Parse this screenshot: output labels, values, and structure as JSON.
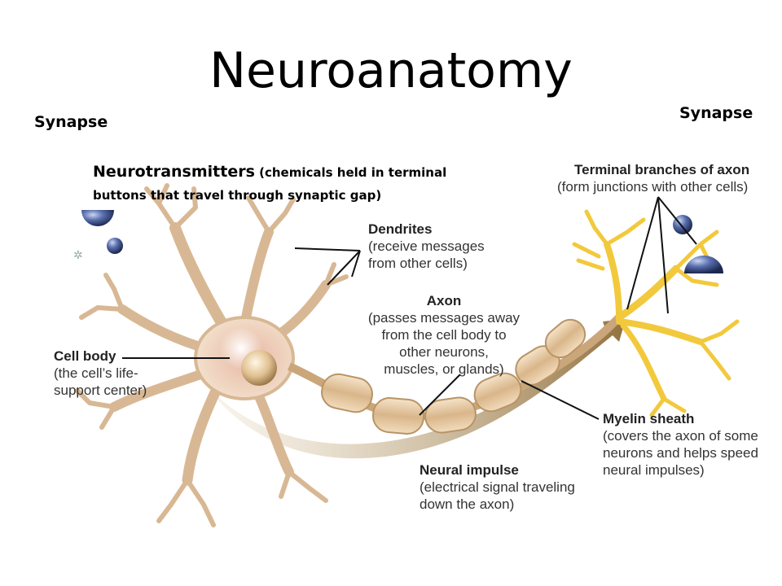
{
  "title": "Neuroanatomy",
  "synapse_left": "Synapse",
  "synapse_right": "Synapse",
  "neurotransmitters": {
    "term": "Neurotransmitters",
    "line1_rest": "(chemicals held in terminal",
    "line2": "buttons that travel through synaptic gap)"
  },
  "labels": {
    "terminal": {
      "head": "Terminal branches of axon",
      "sub": "(form junctions with other cells)"
    },
    "dendrites": {
      "head": "Dendrites",
      "sub": [
        "(receive messages",
        "from other cells)"
      ]
    },
    "axon": {
      "head": "Axon",
      "sub": [
        "(passes messages away",
        "from the cell body to",
        "other neurons,",
        "muscles, or glands)"
      ]
    },
    "cell_body": {
      "head": "Cell body",
      "sub": [
        "(the cell’s life-",
        "support center)"
      ]
    },
    "myelin": {
      "head": "Myelin sheath",
      "sub": [
        "(covers the axon of some",
        "neurons and helps speed",
        "neural impulses)"
      ]
    },
    "impulse": {
      "head": "Neural impulse",
      "sub": [
        "(electrical signal traveling",
        "down the axon)"
      ]
    }
  },
  "colors": {
    "neuron_fill": "#f3e4cf",
    "neuron_stroke": "#d8b894",
    "nucleus": "#e8c9a2",
    "myelin": "#e6c7a0",
    "terminal": "#f7d34a",
    "impulse_arrow": "#9a7a45",
    "vesicle": "#3b4f8c"
  }
}
